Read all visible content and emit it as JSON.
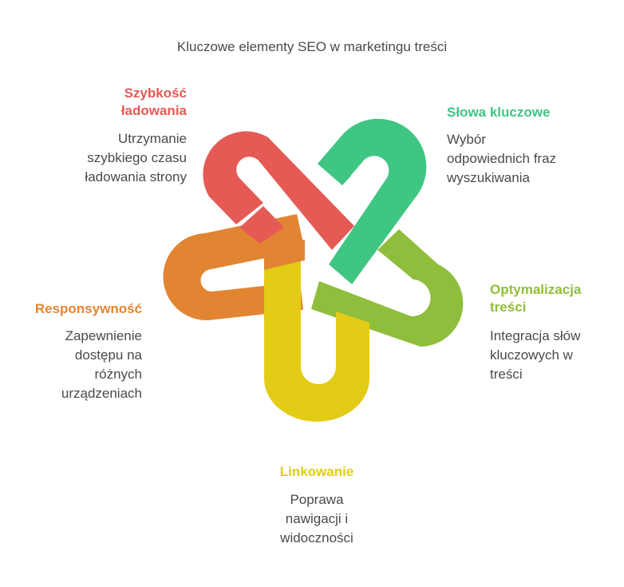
{
  "title": "Kluczowe elementy SEO w marketingu treści",
  "colors": {
    "red": "#e55a55",
    "green": "#3fc683",
    "olive": "#8fbd3c",
    "yellow": "#e2cc15",
    "orange": "#e28533",
    "text": "#4a4a4a"
  },
  "items": {
    "speed": {
      "label_line1": "Szybkość",
      "label_line2": "ładowania",
      "desc_line1": "Utrzymanie",
      "desc_line2": "szybkiego czasu",
      "desc_line3": "ładowania strony"
    },
    "keywords": {
      "label": "Słowa kluczowe",
      "desc_line1": "Wybór",
      "desc_line2": "odpowiednich fraz",
      "desc_line3": "wyszukiwania"
    },
    "optimization": {
      "label_line1": "Optymalizacja",
      "label_line2": "treści",
      "desc_line1": "Integracja słów",
      "desc_line2": "kluczowych w",
      "desc_line3": "treści"
    },
    "linking": {
      "label": "Linkowanie",
      "desc_line1": "Poprawa",
      "desc_line2": "nawigacji i",
      "desc_line3": "widoczności"
    },
    "responsive": {
      "label": "Responsywność",
      "desc_line1": "Zapewnienie",
      "desc_line2": "dostępu na",
      "desc_line3": "różnych",
      "desc_line4": "urządzeniach"
    }
  }
}
